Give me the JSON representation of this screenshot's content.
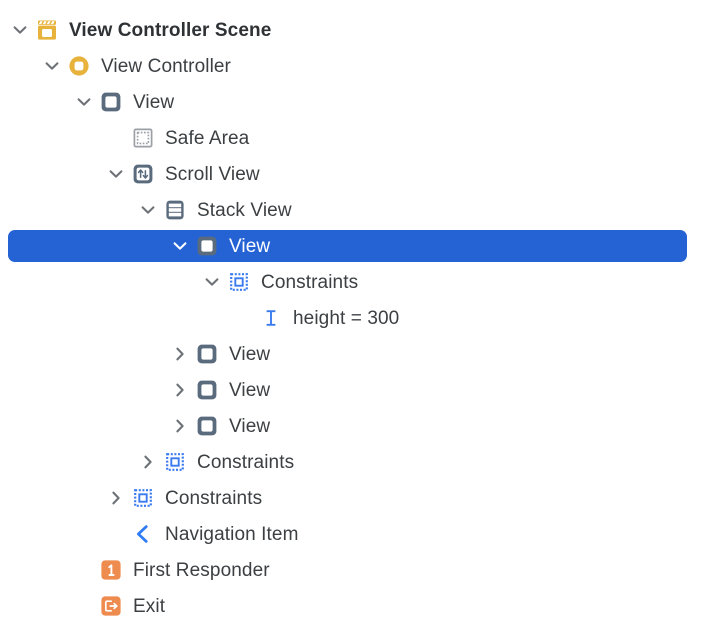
{
  "panel": {
    "name": "document-outline",
    "background": "#ffffff",
    "selection_color": "#2563d4",
    "text_color": "#3c4043",
    "selected_text_color": "#ffffff"
  },
  "colors": {
    "scene_gold": "#e8b33c",
    "view_slate": "#5a6b7d",
    "constraint_blue": "#3a7bf0",
    "safe_area_gray": "#9ba0a6",
    "responder_orange": "#ee8b4e",
    "nav_blue": "#2f7cf6",
    "chevron_gray": "#6d7278"
  },
  "rows": [
    {
      "id": "view-controller-scene",
      "label": "View Controller Scene",
      "indent": 0,
      "twisty": "expanded",
      "icon": "scene-icon",
      "bold": true,
      "selected": false
    },
    {
      "id": "view-controller",
      "label": "View Controller",
      "indent": 1,
      "twisty": "expanded",
      "icon": "view-controller-icon",
      "bold": false,
      "selected": false
    },
    {
      "id": "view-root",
      "label": "View",
      "indent": 2,
      "twisty": "expanded",
      "icon": "view-icon",
      "bold": false,
      "selected": false
    },
    {
      "id": "safe-area",
      "label": "Safe Area",
      "indent": 3,
      "twisty": "none",
      "icon": "safe-area-icon",
      "bold": false,
      "selected": false
    },
    {
      "id": "scroll-view",
      "label": "Scroll View",
      "indent": 3,
      "twisty": "expanded",
      "icon": "scroll-view-icon",
      "bold": false,
      "selected": false
    },
    {
      "id": "stack-view",
      "label": "Stack View",
      "indent": 4,
      "twisty": "expanded",
      "icon": "stack-view-icon",
      "bold": false,
      "selected": false
    },
    {
      "id": "view-selected",
      "label": "View",
      "indent": 5,
      "twisty": "expanded",
      "icon": "view-icon",
      "bold": false,
      "selected": true
    },
    {
      "id": "constraints-inner",
      "label": "Constraints",
      "indent": 6,
      "twisty": "expanded",
      "icon": "constraints-icon",
      "bold": false,
      "selected": false
    },
    {
      "id": "height-constraint",
      "label": "height = 300",
      "indent": 7,
      "twisty": "none",
      "icon": "dimension-icon",
      "bold": false,
      "selected": false
    },
    {
      "id": "view-child-2",
      "label": "View",
      "indent": 5,
      "twisty": "collapsed",
      "icon": "view-icon",
      "bold": false,
      "selected": false
    },
    {
      "id": "view-child-3",
      "label": "View",
      "indent": 5,
      "twisty": "collapsed",
      "icon": "view-icon",
      "bold": false,
      "selected": false
    },
    {
      "id": "view-child-4",
      "label": "View",
      "indent": 5,
      "twisty": "collapsed",
      "icon": "view-icon",
      "bold": false,
      "selected": false
    },
    {
      "id": "constraints-stack",
      "label": "Constraints",
      "indent": 4,
      "twisty": "collapsed",
      "icon": "constraints-icon",
      "bold": false,
      "selected": false
    },
    {
      "id": "constraints-root",
      "label": "Constraints",
      "indent": 3,
      "twisty": "collapsed",
      "icon": "constraints-icon",
      "bold": false,
      "selected": false
    },
    {
      "id": "navigation-item",
      "label": "Navigation Item",
      "indent": 3,
      "twisty": "none",
      "icon": "navigation-item-icon",
      "bold": false,
      "selected": false
    },
    {
      "id": "first-responder",
      "label": "First Responder",
      "indent": 2,
      "twisty": "none",
      "icon": "first-responder-icon",
      "bold": false,
      "selected": false
    },
    {
      "id": "exit",
      "label": "Exit",
      "indent": 2,
      "twisty": "none",
      "icon": "exit-icon",
      "bold": false,
      "selected": false
    }
  ]
}
